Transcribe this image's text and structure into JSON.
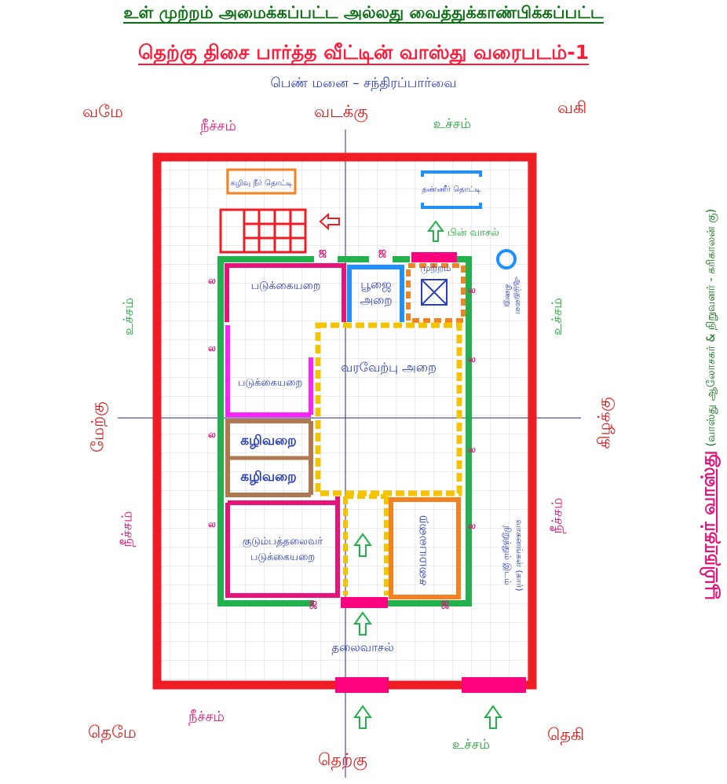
{
  "header": {
    "title_line1": "உள் முற்றம் அமைக்கப்பட்ட அல்லது வைத்துக்காண்பிக்கப்பட்ட",
    "title_line2": "தெற்கு திசை பார்த்த வீட்டின் வாஸ்து வரைபடம்-1",
    "subtitle": "பெண் மனை – சந்திரப்பார்வை"
  },
  "directions": {
    "north": "வடக்கு",
    "south": "தெற்கு",
    "east": "கிழக்கு",
    "west": "மேற்கு",
    "nw": "வமே",
    "ne": "வகி",
    "sw": "தெமே",
    "se": "தெகி"
  },
  "markers": {
    "north_left": "நீச்சம்",
    "north_right": "உச்சம்",
    "west_top": "உச்சம்",
    "west_bottom": "நீச்சம்",
    "east_top": "உச்சம்",
    "east_bottom": "நீச்சம்",
    "south_left": "நீச்சம்",
    "south_right": "உச்சம்"
  },
  "rooms": {
    "waste_tank": "கழிவு நீர் தொட்டி",
    "water_tank": "தண்ணீர் தொட்டி",
    "back_door": "பின் வாசல்",
    "well": "ஆழ்துளை கிணறு",
    "bedroom1": "படுக்கையறை",
    "bedroom2": "படுக்கையறை",
    "pooja_1": "பூஜை",
    "pooja_2": "அறை",
    "courtyard": "முற்றம்",
    "reception": "வரவேற்பு அறை",
    "toilet1": "கழிவறை",
    "toilet2": "கழிவறை",
    "master_1": "குடும்பத்தலைவர்",
    "master_2": "படுக்கையறை",
    "kitchen": "சமையலறை",
    "parking_1": "வாகனங்கள் (கார்)",
    "parking_2": "நிறுத்தும் இடம்",
    "main_door": "தலைவாசல்"
  },
  "wall_marks": {
    "ja": "ஜ",
    "la": "ல"
  },
  "side_credit": {
    "brand": "பூமிநாதர் வாஸ்து",
    "detail": "(வாஸ்து ஆலோசகர் & நிறுவனர் - கரிகாலன் கு)"
  },
  "colors": {
    "outer_wall": "#ee1c25",
    "inner_wall": "#22b14c",
    "pink": "#e8137a",
    "magenta": "#ff22ff",
    "blue": "#1e90ff",
    "orange": "#f58220",
    "yellow": "#f5c400",
    "brown": "#b07850"
  }
}
